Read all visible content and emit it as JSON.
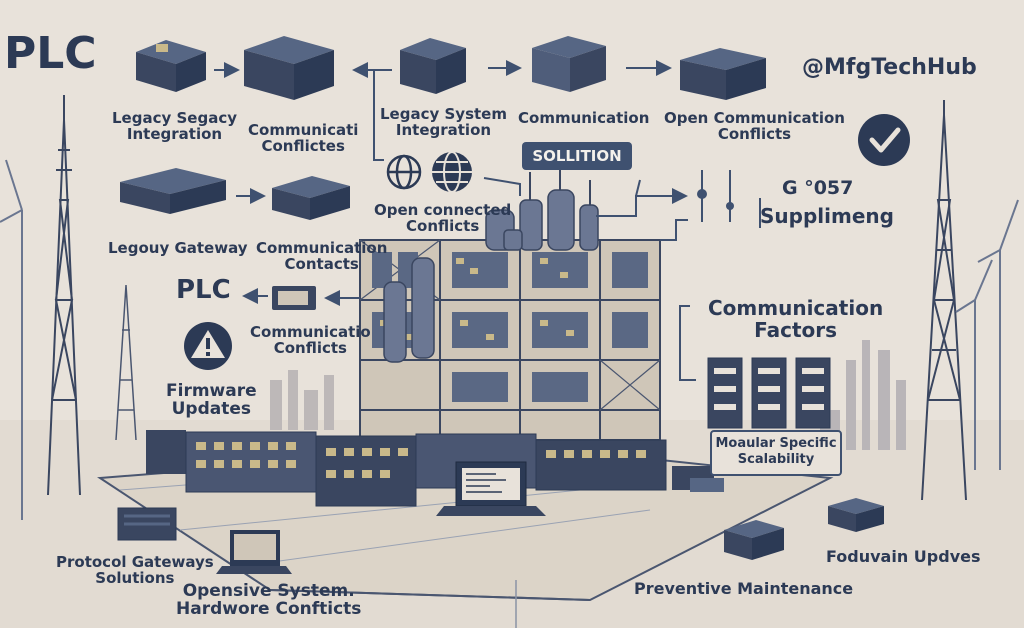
{
  "header": {
    "title": "PLC",
    "handle": "@MfgTechHub"
  },
  "labels": {
    "legacy_segacy": [
      "Legacy Segacy",
      "Integration"
    ],
    "communicati_conflictes": [
      "Communicati",
      "Conflictes"
    ],
    "legacy_system": [
      "Legacy System",
      "Integration"
    ],
    "communication": "Communication",
    "open_communication": [
      "Open Communication",
      "Conflicts"
    ],
    "sollition": "SOLLITION",
    "open_connected": [
      "Open connected",
      "Conflicts"
    ],
    "g_code": "G °057",
    "supplimeng": "Supplimeng",
    "legouy_gateway": "Legouy Gateway",
    "communication_contacts": [
      "Communication",
      "Contacts"
    ],
    "plc_mid": "PLC",
    "communication_conflicts": [
      "Communicatio",
      "Conflicts"
    ],
    "communication_factors": [
      "Communication",
      "Factors"
    ],
    "firmware_updates": [
      "Firmware",
      "Updates"
    ],
    "modular_specific": [
      "Moaular Specific",
      "Scalability"
    ],
    "protocol_gateways": [
      "Protocol Gateways",
      "Solutions"
    ],
    "opensive_system": [
      "Opensive System.",
      "Hardwore Confticts"
    ],
    "preventive_maintenance": "Preventive Maintenance",
    "foduvain_updves": "Foduvain Updves"
  },
  "colors": {
    "background": "#e8e2da",
    "ink": "#2c3a55",
    "accent": "#3f5170",
    "device_front": "#3a4660",
    "device_top": "#566684",
    "panel_light": "#c9b98a"
  },
  "icons": [
    "check-circle-icon",
    "warning-triangle-icon",
    "globe-icon",
    "server-icon",
    "laptop-icon",
    "lattice-tower-icon",
    "wind-turbine-icon"
  ]
}
